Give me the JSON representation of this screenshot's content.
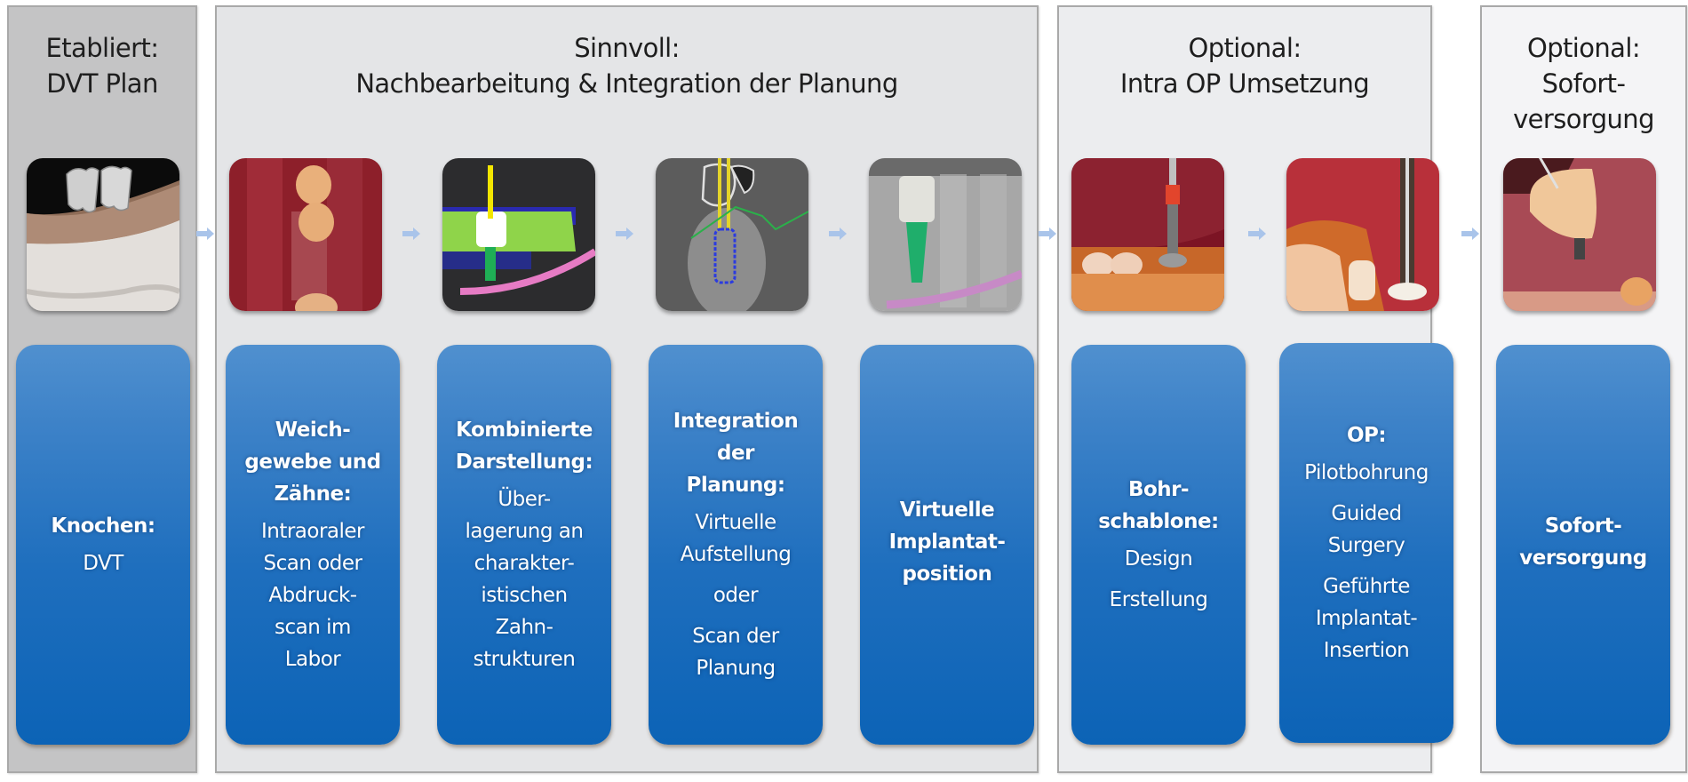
{
  "panels": [
    {
      "id": "etabliert",
      "title_lines": [
        "Etabliert:",
        "DVT Plan"
      ]
    },
    {
      "id": "sinnvoll",
      "title_lines": [
        "Sinnvoll:",
        "Nachbearbeitung & Integration der Planung"
      ]
    },
    {
      "id": "optional-op",
      "title_lines": [
        "Optional:",
        "Intra OP Umsetzung"
      ]
    },
    {
      "id": "optional-sofort",
      "title_lines": [
        "Optional:",
        "Sofort-",
        "versorgung"
      ]
    }
  ],
  "thumbnails": [
    {
      "name": "dvt-3d-bone-image",
      "description": "3D CBCT rendering of molars in jawbone"
    },
    {
      "name": "intraoral-soft-tissue-photo",
      "description": "Intraoral photo of gingiva and teeth"
    },
    {
      "name": "combined-scan-overlay-image",
      "description": "Green surface scan overlay with yellow implant axis and pink nerve canal"
    },
    {
      "name": "planning-integration-ct-image",
      "description": "CT cross-section with blue implant outline and yellow axis"
    },
    {
      "name": "virtual-implant-position-image",
      "description": "Radiograph with green virtual implant and crown"
    },
    {
      "name": "drill-guide-photo",
      "description": "Drill with surgical guide in mouth"
    },
    {
      "name": "guided-surgery-photo",
      "description": "Guided implant insertion through sleeve"
    },
    {
      "name": "immediate-restoration-photo",
      "description": "Crown placed on implant abutment"
    }
  ],
  "cards": [
    {
      "head": [
        "Knochen:"
      ],
      "lines": [
        "DVT"
      ]
    },
    {
      "head": [
        "Weich-",
        "gewebe und",
        "Zähne:"
      ],
      "lines": [
        "Intraoraler",
        "Scan oder",
        "Abdruck-",
        "scan im",
        "Labor"
      ]
    },
    {
      "head": [
        "Kombinierte",
        "Darstellung:"
      ],
      "lines": [
        "Über-",
        "lagerung an",
        "charakter-",
        "istischen",
        "Zahn-",
        "strukturen"
      ]
    },
    {
      "head": [
        "Integration",
        "der",
        "Planung:"
      ],
      "groups": [
        [
          "Virtuelle",
          "Aufstellung"
        ],
        [
          "oder"
        ],
        [
          "Scan der",
          "Planung"
        ]
      ]
    },
    {
      "head": [
        "Virtuelle",
        "Implantat-",
        "position"
      ],
      "lines": []
    },
    {
      "head": [
        "Bohr-",
        "schablone:"
      ],
      "groups": [
        [
          "Design"
        ],
        [
          "Erstellung"
        ]
      ]
    },
    {
      "head": [
        "OP:"
      ],
      "groups": [
        [
          "Pilotbohrung"
        ],
        [
          "Guided",
          "Surgery"
        ],
        [
          "Geführte",
          "Implantat-",
          "Insertion"
        ]
      ]
    },
    {
      "head": [
        "Sofort-",
        "versorgung"
      ],
      "lines": []
    }
  ],
  "colors": {
    "card_top": "#5090cf",
    "card_bottom": "#0c63b6",
    "arrow": "#a9c4ea",
    "panel_established": "#c4c4c5",
    "panel_optional": "#e4e5e7"
  }
}
